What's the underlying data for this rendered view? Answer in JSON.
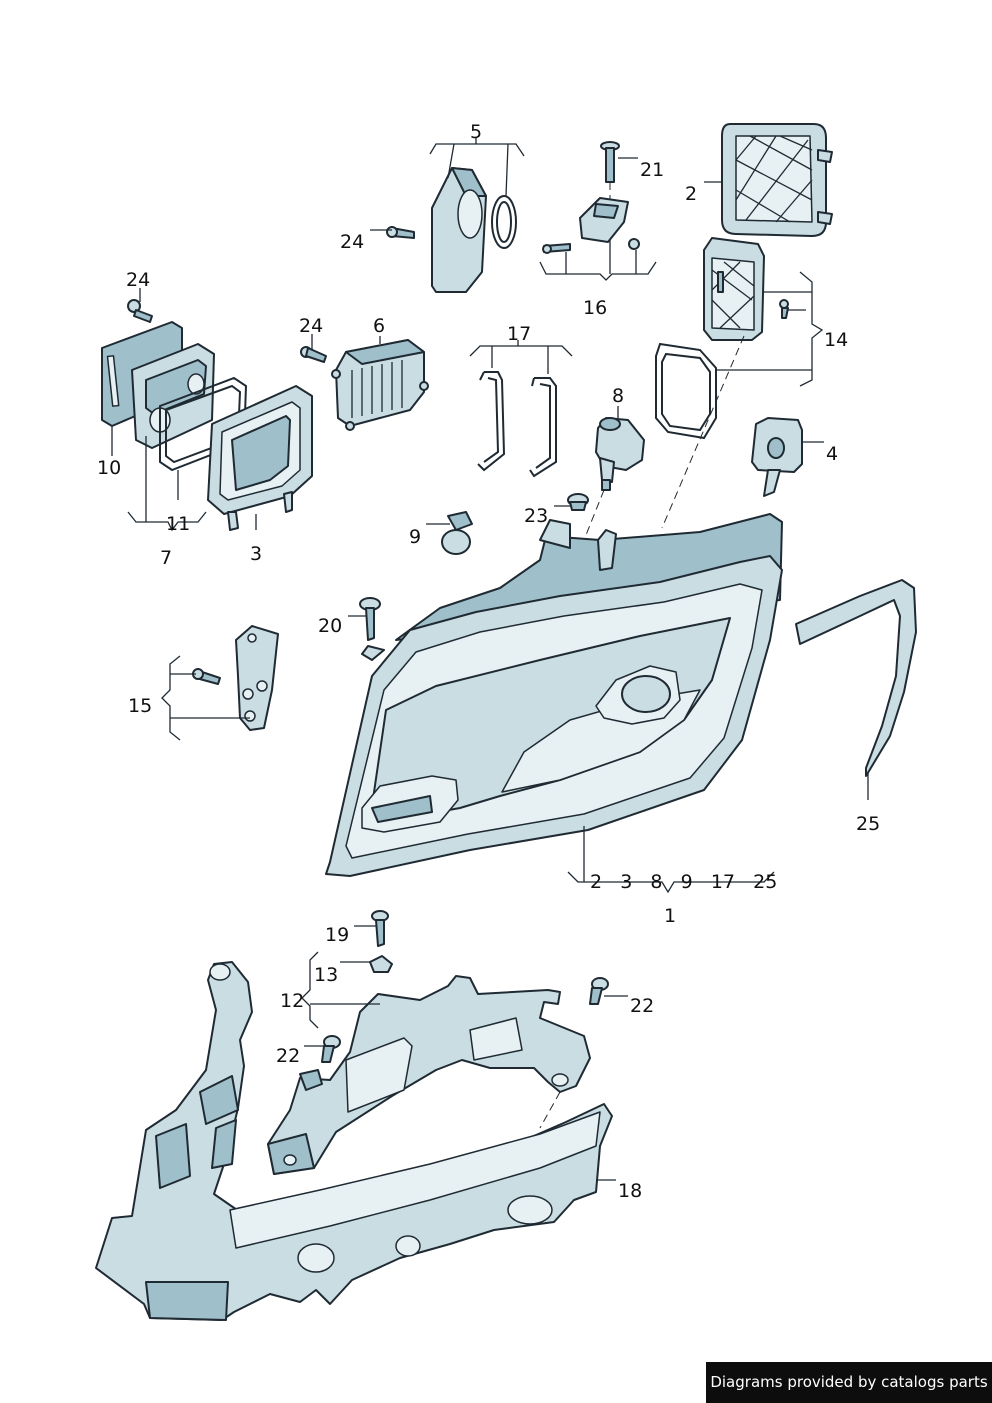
{
  "diagram": {
    "callouts": [
      {
        "id": "c5",
        "text": "5"
      },
      {
        "id": "c21",
        "text": "21"
      },
      {
        "id": "c2",
        "text": "2"
      },
      {
        "id": "c24a",
        "text": "24"
      },
      {
        "id": "c16",
        "text": "16"
      },
      {
        "id": "c24b",
        "text": "24"
      },
      {
        "id": "c24c",
        "text": "24"
      },
      {
        "id": "c6",
        "text": "6"
      },
      {
        "id": "c17",
        "text": "17"
      },
      {
        "id": "c14",
        "text": "14"
      },
      {
        "id": "c8",
        "text": "8"
      },
      {
        "id": "c4",
        "text": "4"
      },
      {
        "id": "c10",
        "text": "10"
      },
      {
        "id": "c11",
        "text": "11"
      },
      {
        "id": "c7",
        "text": "7"
      },
      {
        "id": "c3",
        "text": "3"
      },
      {
        "id": "c23",
        "text": "23"
      },
      {
        "id": "c9",
        "text": "9"
      },
      {
        "id": "c20",
        "text": "20"
      },
      {
        "id": "c15",
        "text": "15"
      },
      {
        "id": "c25",
        "text": "25"
      },
      {
        "id": "c1sub",
        "text": "2   3   8   9   17   25"
      },
      {
        "id": "c1",
        "text": "1"
      },
      {
        "id": "c19",
        "text": "19"
      },
      {
        "id": "c13",
        "text": "13"
      },
      {
        "id": "c12",
        "text": "12"
      },
      {
        "id": "c22a",
        "text": "22"
      },
      {
        "id": "c22b",
        "text": "22"
      },
      {
        "id": "c18",
        "text": "18"
      }
    ]
  },
  "credit": {
    "text": "Diagrams provided by catalogs parts"
  },
  "colors": {
    "part_fill": "#c9dde3",
    "part_dark": "#9fbfca",
    "outline": "#1f2a33",
    "credit_bg": "#0d0d0d"
  }
}
